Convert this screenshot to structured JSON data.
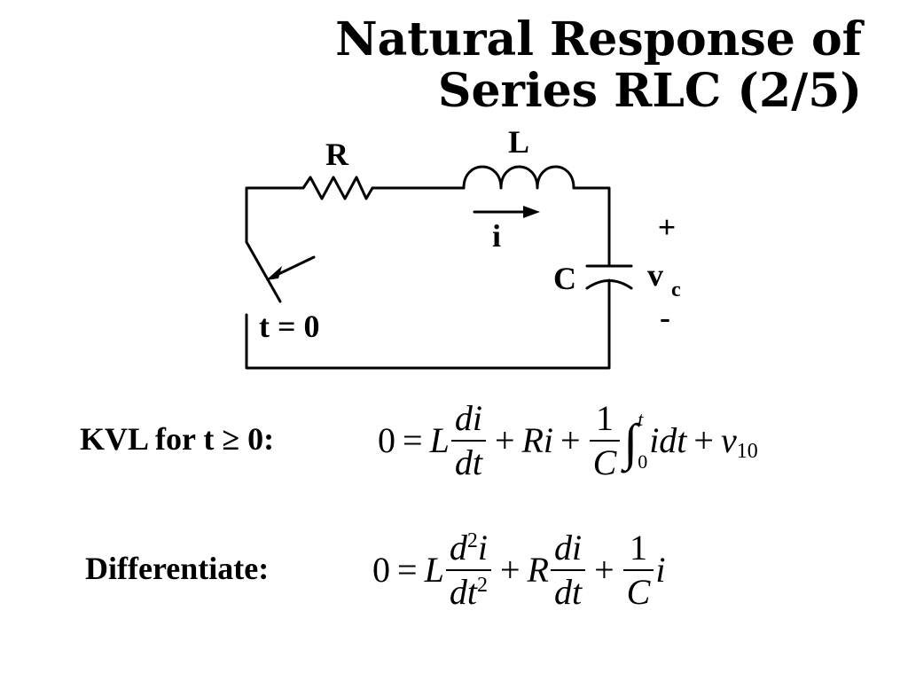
{
  "slide": {
    "title_line1": "Natural Response of",
    "title_line2": "Series RLC (2/5)"
  },
  "circuit": {
    "resistor_label": "R",
    "inductor_label": "L",
    "current_label": "i",
    "capacitor_label": "C",
    "voltage_plus": "+",
    "voltage_label_main": "v",
    "voltage_label_sub": "c",
    "voltage_minus": "-",
    "switch_label": "t = 0"
  },
  "equations": {
    "kvl_label": "KVL for t ≥ 0:",
    "kvl": {
      "lhs": "0",
      "eq": "=",
      "L": "L",
      "di": "di",
      "dt1": "dt",
      "plus1": "+",
      "Ri": "Ri",
      "plus2": "+",
      "one": "1",
      "C": "C",
      "integral": "∫",
      "upper": "t",
      "lower": "0",
      "idt": "idt",
      "plus3": "+",
      "v": "v",
      "v_sub": "10"
    },
    "diff_label": "Differentiate:",
    "diff": {
      "lhs": "0",
      "eq": "=",
      "L": "L",
      "d2": "d",
      "sup1": "2",
      "i_num": "i",
      "dt_den": "dt",
      "sup2": "2",
      "plus1": "+",
      "R": "R",
      "di": "di",
      "dt": "dt",
      "plus2": "+",
      "one": "1",
      "C": "C",
      "i": "i"
    }
  }
}
